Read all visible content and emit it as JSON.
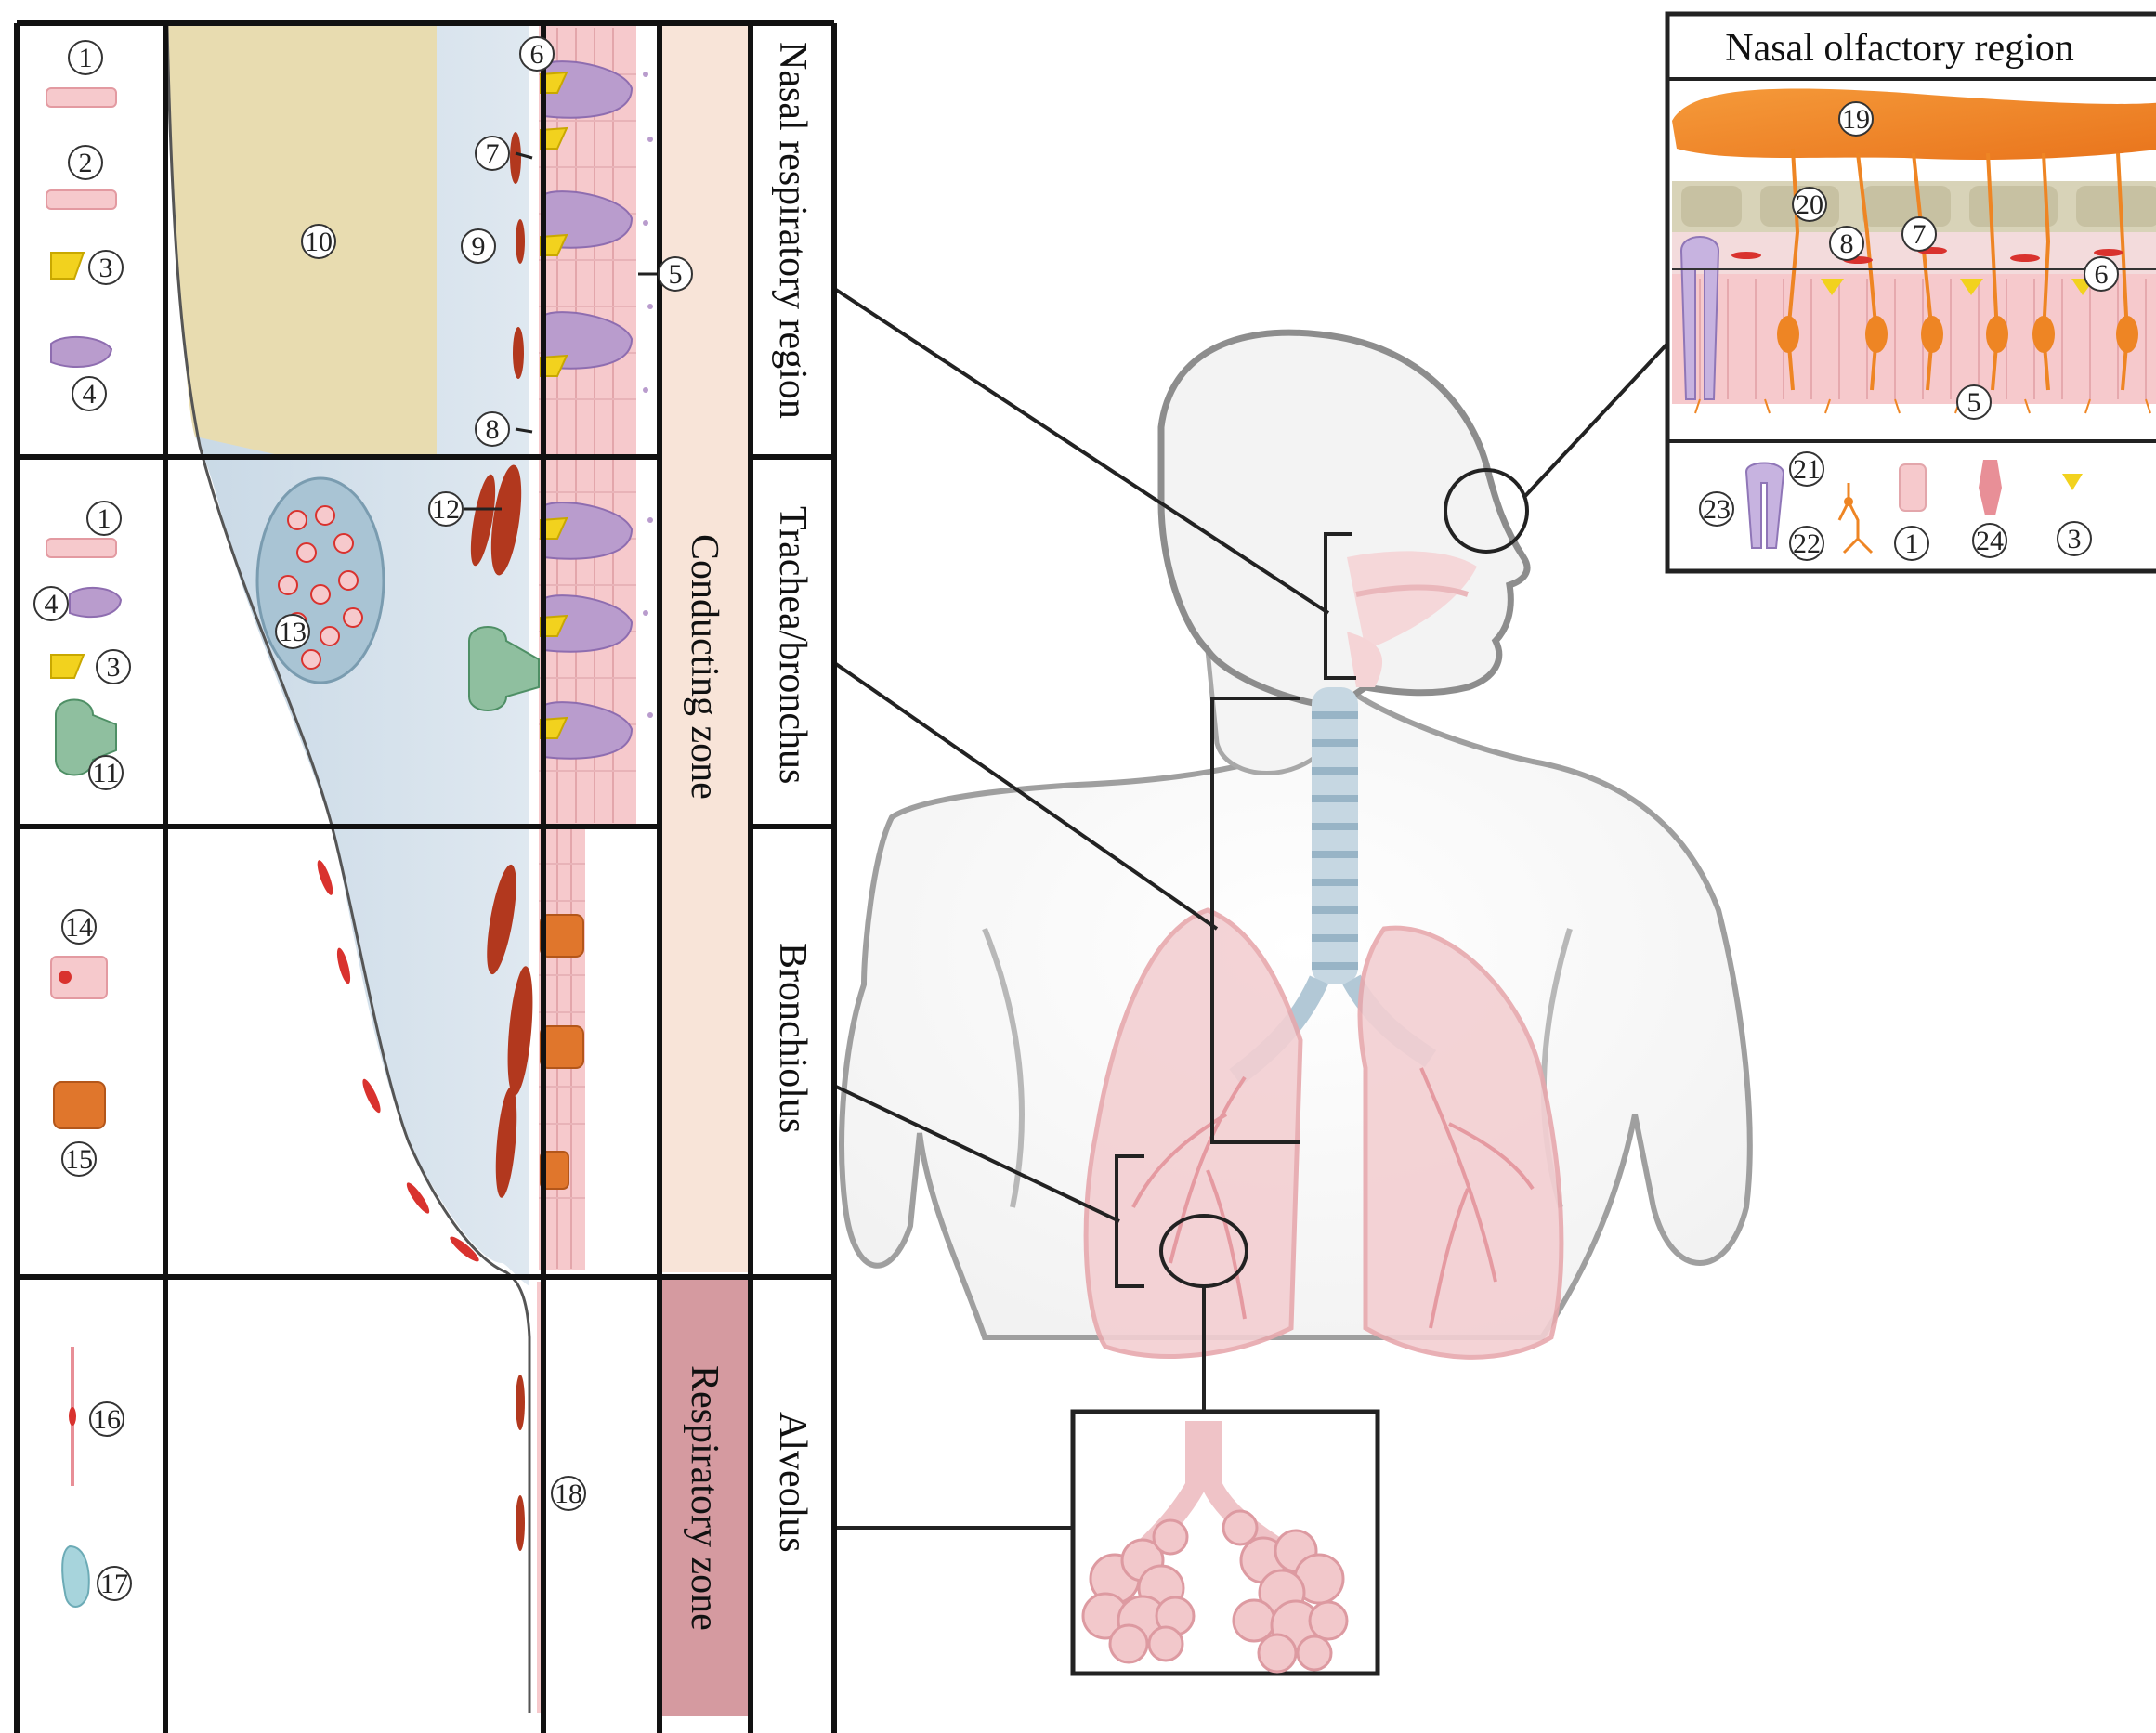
{
  "regions": [
    "Nasal respiratory region",
    "Trachea/bronchus",
    "Bronchiolus",
    "Alveolus"
  ],
  "zones": {
    "conducting": "Conducting zone",
    "respiratory": "Respiratory zone"
  },
  "inset": {
    "title": "Nasal olfactory region"
  },
  "legend_numbers": {
    "nasal": [
      "1",
      "2",
      "3",
      "4"
    ],
    "trachea": [
      "1",
      "4",
      "3",
      "11"
    ],
    "bronchiolus": [
      "14",
      "15"
    ],
    "alveolus": [
      "16",
      "17"
    ],
    "inset_legend": [
      "23",
      "21",
      "22",
      "1",
      "24",
      "3"
    ]
  },
  "tissue_numbers": [
    "6",
    "7",
    "10",
    "9",
    "5",
    "8",
    "12",
    "13",
    "18"
  ],
  "inset_numbers": [
    "19",
    "20",
    "8",
    "7",
    "6",
    "5"
  ],
  "colors": {
    "submucosa_yellow": "#e8dcb0",
    "lamina_blue": "#d4e1ec",
    "epithelium_pink": "#f6c9cc",
    "goblet_purple": "#b99ccd",
    "basal_yellow": "#f2d21e",
    "smooth_muscle": "#b2381e",
    "club_cell": "#e0762c",
    "gland_green": "#8fbf9f",
    "zone_conducting": "#f8e4d8",
    "zone_respiratory": "#d59aa0",
    "olfactory_orange": "#f28a2a",
    "lung_pink": "#eeb7bb",
    "airway_blue": "#a9c4d4"
  }
}
